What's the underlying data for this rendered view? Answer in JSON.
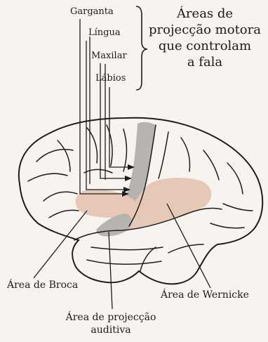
{
  "motor_labels": {
    "garganta": "Garganta",
    "lingua": "Língua",
    "maxilar": "Maxilar",
    "labios": "Lábios"
  },
  "motor_heading": {
    "line1": "Áreas de",
    "line2": "projecção motora",
    "line3": "que controlam",
    "line4": "a fala"
  },
  "area_labels": {
    "broca": "Área de Broca",
    "wernicke": "Área de Wernicke",
    "auditory_line1": "Área de projecção",
    "auditory_line2": "auditiva"
  },
  "colors": {
    "motor_cortex": "#b7b3ae",
    "speech_areas": "#e6c8b8",
    "outline": "#1c1c1c",
    "paper": "#f7f4ef"
  }
}
